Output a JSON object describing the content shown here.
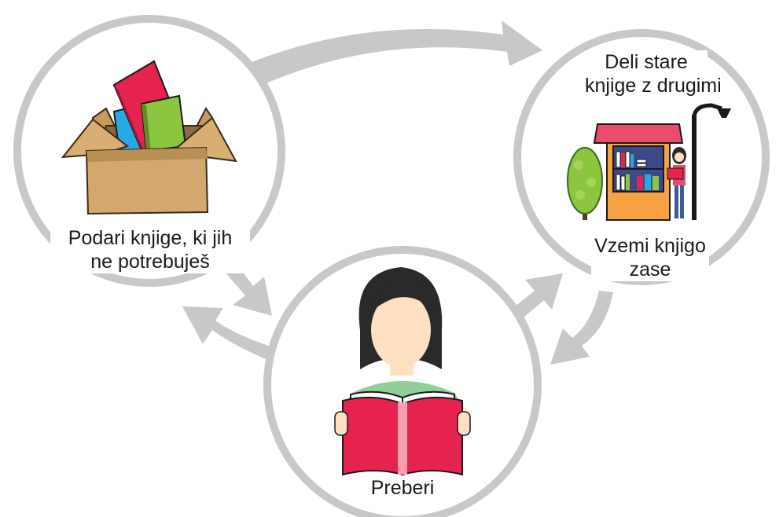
{
  "nodes": {
    "donate": {
      "label_line1": "Podari knjige, ki jih",
      "label_line2": "ne potrebuješ"
    },
    "share": {
      "label_line1": "Deli stare",
      "label_line2": "knjige z drugimi"
    },
    "take": {
      "label_line1": "Vzemi knjigo",
      "label_line2": "zase"
    },
    "read": {
      "label": "Preberi"
    }
  },
  "colors": {
    "ring": "#c8c8c8",
    "arrow": "#c8c8c8",
    "book_red": "#e6224f",
    "book_green": "#8cc63f",
    "book_blue": "#27a9e1",
    "box": "#d2a86e",
    "kiosk_roof": "#ea4d6c",
    "kiosk_body": "#f6a142",
    "skin": "#fde0c2",
    "hair": "#2a2a2a"
  }
}
